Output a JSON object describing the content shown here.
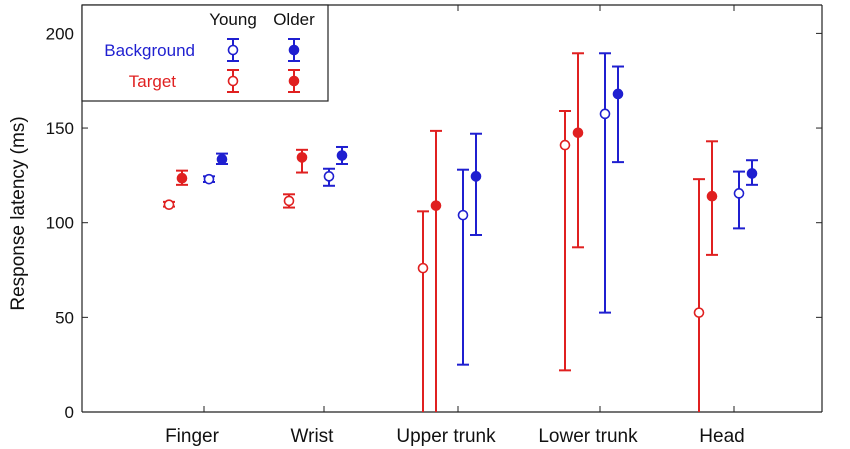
{
  "chart_data": {
    "type": "scatter",
    "title": "",
    "xlabel": "",
    "ylabel": "Response latency (ms)",
    "categories": [
      "Finger",
      "Wrist",
      "Upper trunk",
      "Lower trunk",
      "Head"
    ],
    "ylim": [
      0,
      215
    ],
    "yticks": [
      0,
      50,
      100,
      150,
      200
    ],
    "grid": false,
    "legend": {
      "placement": "top-left",
      "column_headers": [
        "Young",
        "Older"
      ],
      "rows": [
        "Background",
        "Target"
      ]
    },
    "colors": {
      "Background": "#1f1fd0",
      "Target": "#e02020"
    },
    "series": [
      {
        "name": "Target",
        "group": "Young",
        "marker": "open",
        "values": [
          109.5,
          111.5,
          76,
          141,
          52.5
        ],
        "err_low": [
          108.5,
          108,
          0,
          22,
          0
        ],
        "err_high": [
          111,
          115,
          106,
          159,
          123
        ]
      },
      {
        "name": "Target",
        "group": "Older",
        "marker": "filled",
        "values": [
          123.5,
          134.5,
          109,
          147.5,
          114
        ],
        "err_low": [
          120,
          126.5,
          0,
          87,
          83
        ],
        "err_high": [
          127.5,
          138.5,
          148.5,
          189.5,
          143
        ]
      },
      {
        "name": "Background",
        "group": "Young",
        "marker": "open",
        "values": [
          123,
          124.5,
          104,
          157.5,
          115.5
        ],
        "err_low": [
          121.5,
          119.5,
          25,
          52.5,
          97
        ],
        "err_high": [
          124.5,
          128.5,
          128,
          189.5,
          127
        ]
      },
      {
        "name": "Background",
        "group": "Older",
        "marker": "filled",
        "values": [
          133.5,
          135.5,
          124.5,
          168,
          126
        ],
        "err_low": [
          131,
          131,
          93.5,
          132,
          120
        ],
        "err_high": [
          136.5,
          140,
          147,
          182.5,
          133
        ]
      }
    ]
  }
}
